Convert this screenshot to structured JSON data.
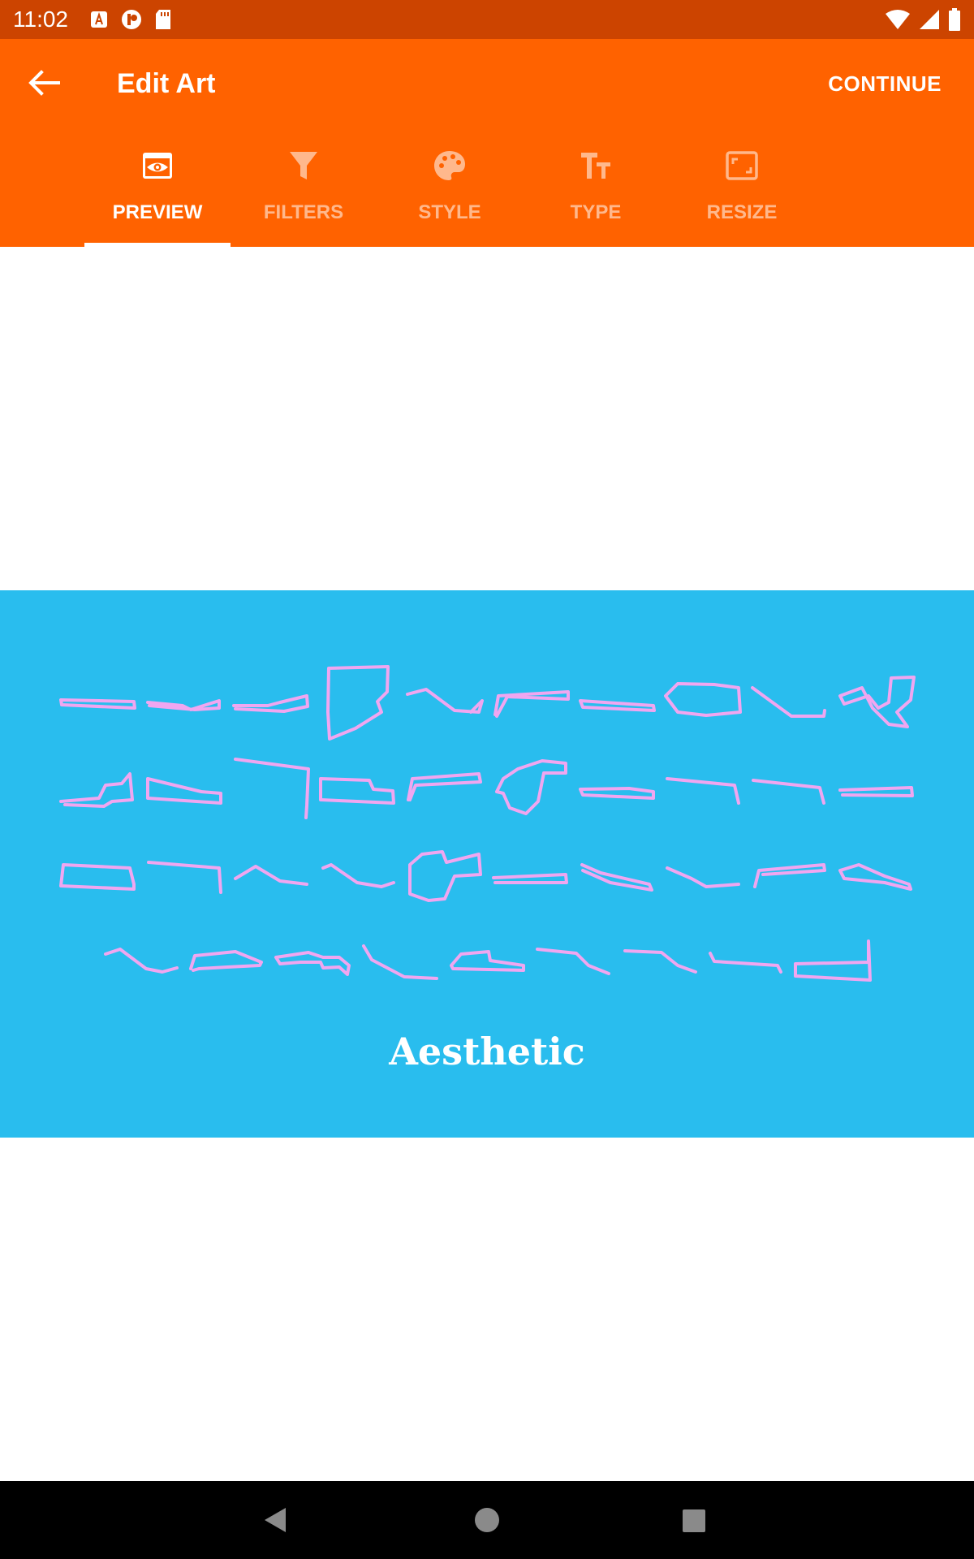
{
  "status": {
    "time": "11:02"
  },
  "toolbar": {
    "title": "Edit Art",
    "continue_label": "CONTINUE"
  },
  "tabs": [
    {
      "label": "PREVIEW",
      "icon": "eye-icon",
      "active": true
    },
    {
      "label": "FILTERS",
      "icon": "filter-icon",
      "active": false
    },
    {
      "label": "STYLE",
      "icon": "palette-icon",
      "active": false
    },
    {
      "label": "TYPE",
      "icon": "text-size-icon",
      "active": false
    },
    {
      "label": "RESIZE",
      "icon": "aspect-ratio-icon",
      "active": false
    }
  ],
  "art": {
    "caption": "Aesthetic"
  },
  "colors": {
    "status_bar": "#cc4400",
    "app_bar": "#ff6200",
    "art_background": "#29bdee",
    "glyph_stroke": "#f0a6f0",
    "nav_bar": "#000000"
  }
}
